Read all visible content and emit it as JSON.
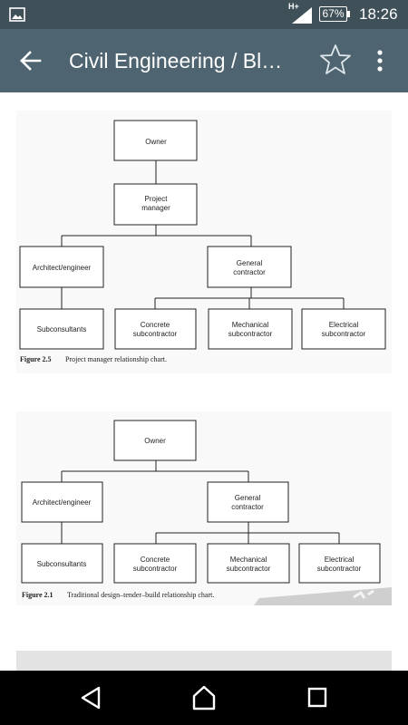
{
  "status_bar": {
    "network": "H+",
    "battery": "67%",
    "time": "18:26"
  },
  "app_bar": {
    "title": "Civil Engineering / Bl…"
  },
  "figures": [
    {
      "nodes": {
        "owner": "Owner",
        "pm_line1": "Project",
        "pm_line2": "manager",
        "architect": "Architect/engineer",
        "gc_line1": "General",
        "gc_line2": "contractor",
        "subconsultants": "Subconsultants",
        "concrete_line1": "Concrete",
        "concrete_line2": "subcontractor",
        "mechanical_line1": "Mechanical",
        "mechanical_line2": "subcontractor",
        "electrical_line1": "Electrical",
        "electrical_line2": "subcontractor"
      },
      "caption_label": "Figure 2.5",
      "caption_text": "Project manager relationship chart."
    },
    {
      "nodes": {
        "owner": "Owner",
        "architect": "Architect/engineer",
        "gc_line1": "General",
        "gc_line2": "contractor",
        "subconsultants": "Subconsultants",
        "concrete_line1": "Concrete",
        "concrete_line2": "subcontractor",
        "mechanical_line1": "Mechanical",
        "mechanical_line2": "subcontractor",
        "electrical_line1": "Electrical",
        "electrical_line2": "subcontractor"
      },
      "caption_label": "Figure 2.1",
      "caption_text": "Traditional design–tender–build relationship chart."
    }
  ]
}
